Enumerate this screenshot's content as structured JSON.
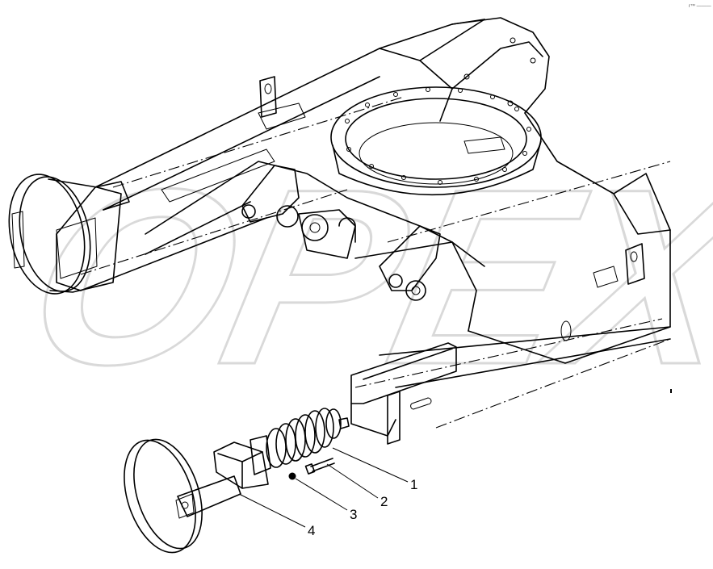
{
  "watermark": {
    "text": "OPEX"
  },
  "corner_mark": "r™ ———",
  "callouts": [
    {
      "id": "1",
      "label": "1"
    },
    {
      "id": "2",
      "label": "2"
    },
    {
      "id": "3",
      "label": "3"
    },
    {
      "id": "4",
      "label": "4"
    }
  ],
  "parts": {
    "frame": "undercarriage-frame",
    "swing_bearing": "slewing-ring",
    "front_idler": "front-idler-wheel",
    "rear_idler": "idler-wheel",
    "spring": "recoil-spring",
    "bolt": "bolt",
    "washer": "washer",
    "yoke": "idler-yoke"
  },
  "colors": {
    "line": "#000000",
    "watermark": "#d9d9d9",
    "background": "#ffffff"
  }
}
